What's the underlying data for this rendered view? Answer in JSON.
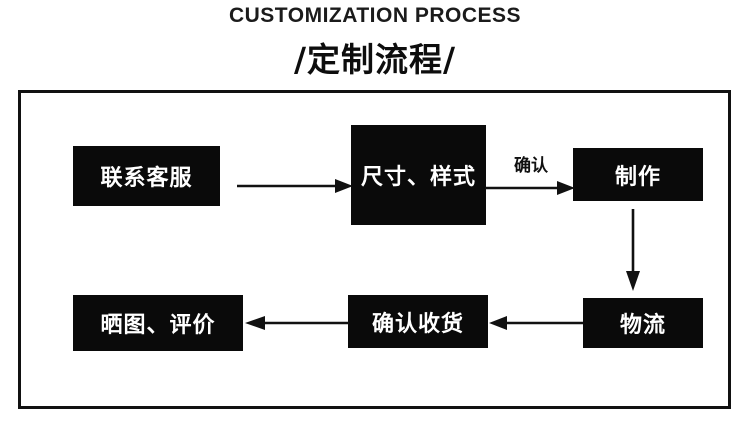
{
  "header": {
    "title_en": "CUSTOMIZATION PROCESS",
    "title_cn": "/定制流程/"
  },
  "diagram": {
    "frame_color": "#111111",
    "box_fill": "#0a0a0a",
    "box_text_color": "#ffffff",
    "arrow_color": "#111111",
    "nodes": [
      {
        "id": "contact-service",
        "label": "联系客服",
        "row": 1,
        "order": 1
      },
      {
        "id": "size-style",
        "label": "尺寸、样式",
        "row": 1,
        "order": 2
      },
      {
        "id": "production",
        "label": "制作",
        "row": 1,
        "order": 3
      },
      {
        "id": "logistics",
        "label": "物流",
        "row": 2,
        "order": 1
      },
      {
        "id": "confirm-receipt",
        "label": "确认收货",
        "row": 2,
        "order": 2
      },
      {
        "id": "photo-review",
        "label": "晒图、评价",
        "row": 2,
        "order": 3
      }
    ],
    "edges": [
      {
        "id": "contact-to-size",
        "from": "contact-service",
        "to": "size-style",
        "label": "",
        "direction": "right"
      },
      {
        "id": "size-to-production",
        "from": "size-style",
        "to": "production",
        "label": "确认",
        "direction": "right"
      },
      {
        "id": "production-to-logistics",
        "from": "production",
        "to": "logistics",
        "label": "",
        "direction": "down"
      },
      {
        "id": "logistics-to-confirm",
        "from": "logistics",
        "to": "confirm-receipt",
        "label": "",
        "direction": "left"
      },
      {
        "id": "confirm-to-review",
        "from": "confirm-receipt",
        "to": "photo-review",
        "label": "",
        "direction": "left"
      }
    ]
  }
}
